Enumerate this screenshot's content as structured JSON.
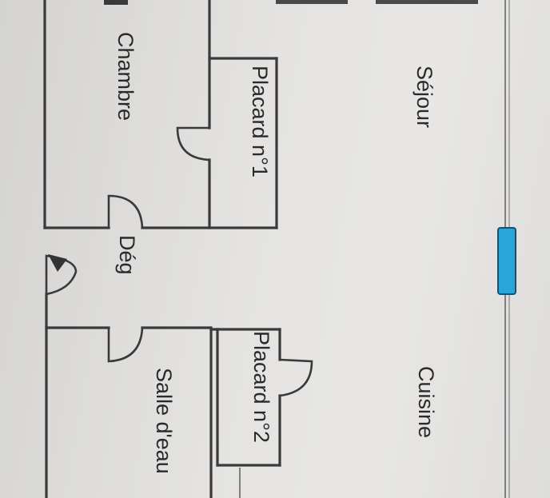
{
  "rooms": {
    "chambre": "Chambre",
    "placard1": "Placard n°1",
    "sejour": "Séjour",
    "deg": "Dég",
    "placard2": "Placard n°2",
    "salle_eau": "Salle d'eau",
    "cuisine": "Cuisine"
  },
  "colors": {
    "wall": "#3a3a3a",
    "window": "#2aa5d9",
    "paper": "#e4e3e1"
  }
}
